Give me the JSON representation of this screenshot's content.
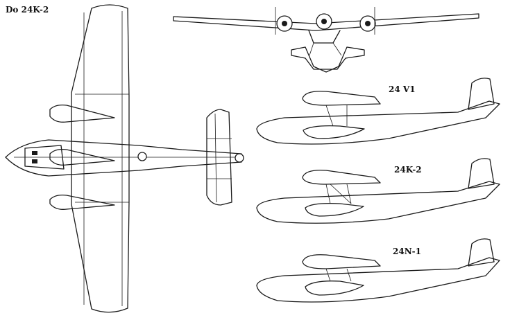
{
  "title": "Do 24K-2",
  "views": [
    {
      "label": "24 V1"
    },
    {
      "label": "24K-2"
    },
    {
      "label": "24N-1"
    }
  ],
  "colors": {
    "ink": "#1a1a1a",
    "paper": "#ffffff"
  }
}
